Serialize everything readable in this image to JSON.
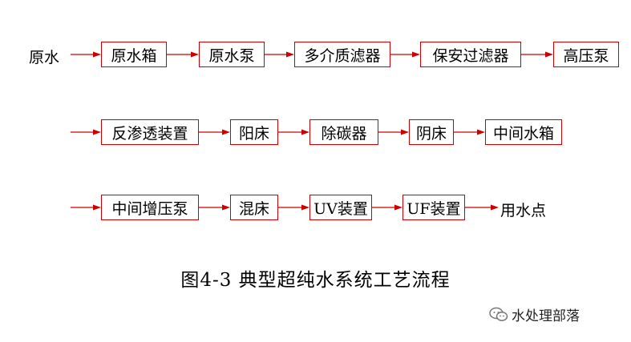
{
  "flow": {
    "row1": {
      "start": "原水",
      "boxes": [
        "原水箱",
        "原水泵",
        "多介质滤器",
        "保安过滤器",
        "高压泵"
      ]
    },
    "row2": {
      "boxes": [
        "反渗透装置",
        "阳床",
        "除碳器",
        "阴床",
        "中间水箱"
      ]
    },
    "row3": {
      "boxes": [
        "中间增压泵",
        "混床",
        "UV装置",
        "UF装置"
      ],
      "end": "用水点"
    }
  },
  "caption": "图4-3 典型超纯水系统工艺流程",
  "watermark": {
    "icon": "wechat-icon",
    "text": "水处理部落"
  },
  "colors": {
    "line": "#cc0000",
    "text": "#000000"
  }
}
